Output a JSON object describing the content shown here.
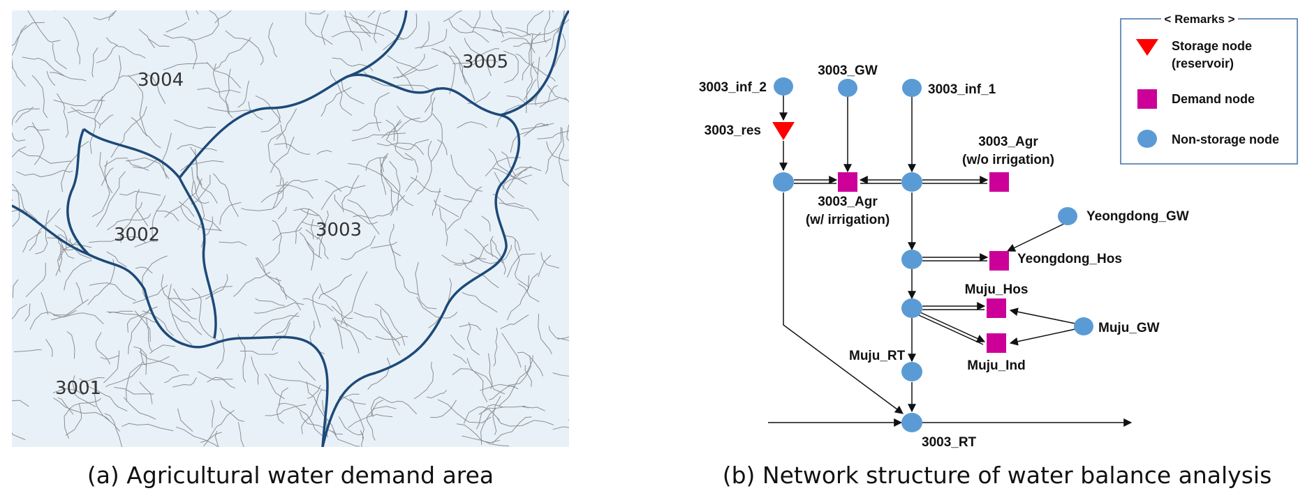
{
  "captions": {
    "a": "(a) Agricultural water demand area",
    "b": "(b) Network structure of water balance analysis"
  },
  "map": {
    "regions": [
      "3001",
      "3002",
      "3003",
      "3004",
      "3005"
    ],
    "colors": {
      "fill": "#e9f1f8",
      "boundary": "#1d4a78",
      "streams": "#8a8f94"
    }
  },
  "legend": {
    "title": "< Remarks >",
    "items": [
      {
        "label_line1": "Storage node",
        "label_line2": "(reservoir)",
        "icon": "red-triangle"
      },
      {
        "label_line1": "Demand node",
        "icon": "magenta-square"
      },
      {
        "label_line1": "Non-storage node",
        "icon": "blue-circle"
      }
    ]
  },
  "nodes": {
    "inf2": "3003_inf_2",
    "gw": "3003_GW",
    "inf1": "3003_inf_1",
    "res": "3003_res",
    "agr_wo_1": "3003_Agr",
    "agr_wo_2": "(w/o  irrigation)",
    "agr_w_1": "3003_Agr",
    "agr_w_2": "(w/  irrigation)",
    "yd_gw": "Yeongdong_GW",
    "yd_hos": "Yeongdong_Hos",
    "muju_hos": "Muju_Hos",
    "muju_gw": "Muju_GW",
    "muju_ind": "Muju_Ind",
    "muju_rt": "Muju_RT",
    "rt": "3003_RT"
  },
  "colors": {
    "non_storage": "#5b9bd5",
    "demand": "#cc0099",
    "storage": "#ff0000",
    "legend_border": "#3f6fa8"
  }
}
